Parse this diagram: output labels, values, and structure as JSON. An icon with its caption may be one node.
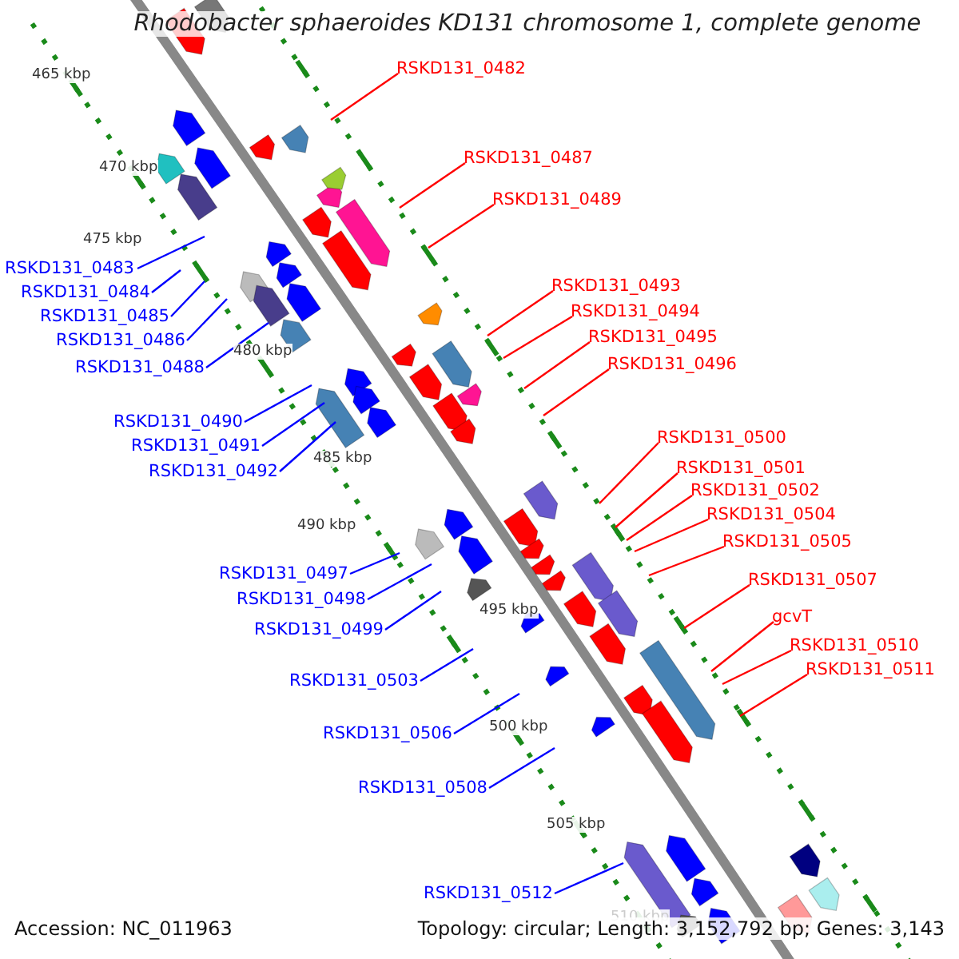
{
  "diagram": {
    "title": "Rhodobacter sphaeroides KD131 chromosome 1, complete genome",
    "nodes": [
      {
        "text": [
          "RSKD131_0482"
        ]
      },
      {
        "text": [
          "RSKD131_0487"
        ]
      },
      {
        "text": [
          "RSKD131_0489"
        ]
      },
      {
        "text": [
          "RSKD131_0483"
        ]
      },
      {
        "text": [
          "RSKD131_0493"
        ]
      },
      {
        "text": [
          "RSKD131_0484"
        ]
      },
      {
        "text": [
          "RSKD131_0494"
        ]
      },
      {
        "text": [
          "RSKD131_0485"
        ]
      },
      {
        "text": [
          "RSKD131_0495"
        ]
      },
      {
        "text": [
          "RSKD131_0486"
        ]
      },
      {
        "text": [
          "RSKD131_0496"
        ]
      },
      {
        "text": [
          "RSKD131_0488"
        ]
      },
      {
        "text": [
          "RSKD131_0490"
        ]
      },
      {
        "text": [
          "RSKD131_0500"
        ]
      },
      {
        "text": [
          "RSKD131_0491"
        ]
      },
      {
        "text": [
          "RSKD131_0501"
        ]
      },
      {
        "text": [
          "RSKD131_0492"
        ]
      },
      {
        "text": [
          "RSKD131_0502"
        ]
      },
      {
        "text": [
          "RSKD131_0504"
        ]
      },
      {
        "text": [
          "RSKD131_0505"
        ]
      },
      {
        "text": [
          "RSKD131_0497"
        ]
      },
      {
        "text": [
          "RSKD131_0507"
        ]
      },
      {
        "text": [
          "RSKD131_0498"
        ]
      },
      {
        "text": [
          "gcvT"
        ]
      },
      {
        "text": [
          "RSKD131_0499"
        ]
      },
      {
        "text": [
          "RSKD131_0510"
        ]
      },
      {
        "text": [
          "RSKD131_0511"
        ]
      },
      {
        "text": [
          "RSKD131_0503"
        ]
      },
      {
        "text": [
          "RSKD131_0506"
        ]
      },
      {
        "text": [
          "RSKD131_0508"
        ]
      },
      {
        "text": [
          "RSKD131_0512"
        ]
      }
    ],
    "edges": [
      {
        "from": 0,
        "to": null,
        "arrow": "none"
      },
      {
        "from": 1,
        "to": null,
        "arrow": "none"
      },
      {
        "from": 2,
        "to": null,
        "arrow": "none"
      },
      {
        "from": 3,
        "to": null,
        "arrow": "none",
        "color": "#0000ff"
      },
      {
        "from": 4,
        "to": null,
        "arrow": "none"
      },
      {
        "from": 5,
        "to": null,
        "arrow": "none",
        "color": "#0000ff"
      },
      {
        "from": 6,
        "to": null,
        "arrow": "none"
      },
      {
        "from": 7,
        "to": null,
        "arrow": "none",
        "color": "#0000ff"
      },
      {
        "from": 8,
        "to": null,
        "arrow": "none"
      },
      {
        "from": 9,
        "to": null,
        "arrow": "none",
        "color": "#0000ff"
      },
      {
        "from": 10,
        "to": null,
        "arrow": "none"
      },
      {
        "from": 11,
        "to": null,
        "arrow": "none",
        "color": "#0000ff"
      },
      {
        "from": 12,
        "to": null,
        "arrow": "none",
        "color": "#0000ff"
      },
      {
        "from": 13,
        "to": null,
        "arrow": "none"
      },
      {
        "from": 14,
        "to": null,
        "arrow": "none",
        "color": "#0000ff"
      },
      {
        "from": 15,
        "to": null,
        "arrow": "none"
      },
      {
        "from": 16,
        "to": null,
        "arrow": "none",
        "color": "#0000ff"
      },
      {
        "from": 17,
        "to": null,
        "arrow": "none"
      },
      {
        "from": 18,
        "to": null,
        "arrow": "none"
      },
      {
        "from": 19,
        "to": null,
        "arrow": "none"
      },
      {
        "from": 20,
        "to": null,
        "arrow": "none",
        "color": "#0000ff"
      },
      {
        "from": 21,
        "to": null,
        "arrow": "none"
      },
      {
        "from": 22,
        "to": null,
        "arrow": "none",
        "color": "#0000ff"
      },
      {
        "from": 23,
        "to": null,
        "arrow": "none"
      },
      {
        "from": 24,
        "to": null,
        "arrow": "none",
        "color": "#0000ff"
      },
      {
        "from": 25,
        "to": null,
        "arrow": "none"
      },
      {
        "from": 26,
        "to": null,
        "arrow": "none"
      },
      {
        "from": 27,
        "to": null,
        "arrow": "none",
        "color": "#0000ff"
      },
      {
        "from": 28,
        "to": null,
        "arrow": "none",
        "color": "#0000ff"
      },
      {
        "from": 29,
        "to": null,
        "arrow": "none",
        "color": "#0000ff"
      },
      {
        "from": 30,
        "to": null,
        "arrow": "none",
        "color": "#0000ff"
      }
    ],
    "labels": [
      "465 kbp",
      "470 kbp",
      "475 kbp",
      "480 kbp",
      "485 kbp",
      "490 kbp",
      "495 kbp",
      "500 kbp",
      "505 kbp",
      "510 kbp",
      "Accession: NC_011963",
      "Topology: circular; Length: 3,152,792 bp; Genes: 3,143"
    ]
  }
}
